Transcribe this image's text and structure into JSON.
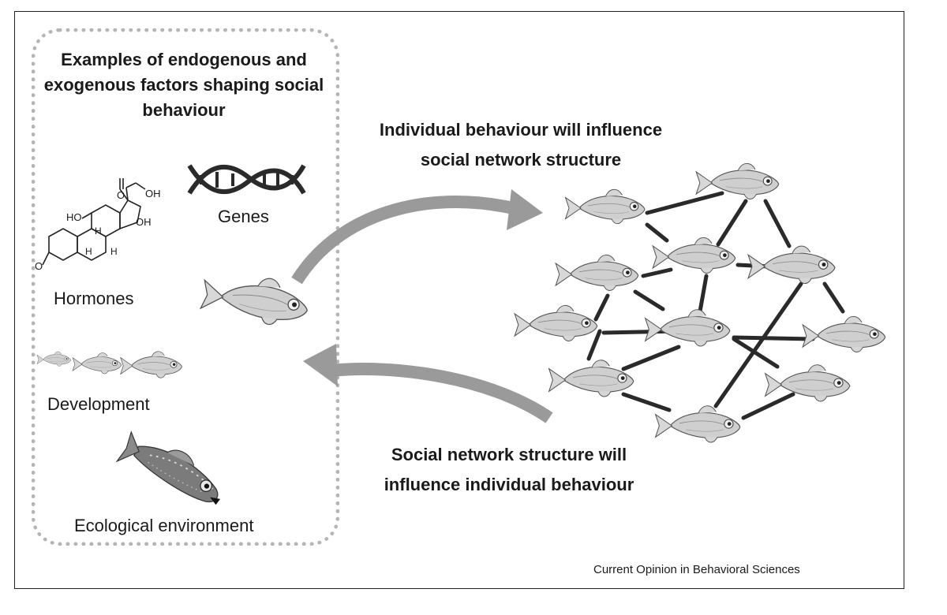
{
  "panel": {
    "title": "Examples of endogenous and exogenous factors shaping social behaviour",
    "hormones_label": "Hormones",
    "genes_label": "Genes",
    "development_label": "Development",
    "environment_label": "Ecological environment",
    "molecule_labels": {
      "ho_left": "HO",
      "oh_top": "OH",
      "oh_right": "OH",
      "o_ketone_top": "O",
      "o_ketone_left": "O",
      "h1": "H",
      "h2": "H",
      "h3": "H"
    }
  },
  "arrows": {
    "top_text_line1": "Individual behaviour will influence",
    "top_text_line2": "social network structure",
    "bottom_text_line1": "Social network structure will",
    "bottom_text_line2": "influence individual behaviour"
  },
  "credit": "Current Opinion in Behavioral Sciences",
  "colors": {
    "arrow": "#9a9a9a",
    "edge": "#2a2a2a",
    "panel_border": "#b5b5b5",
    "fish": "#c9c9c9"
  }
}
